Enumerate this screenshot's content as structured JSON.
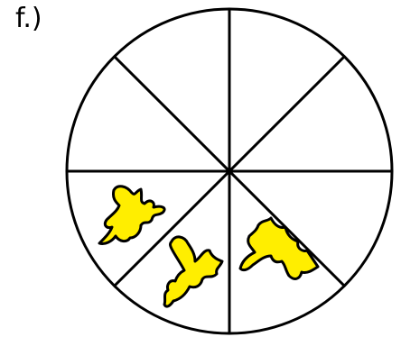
{
  "problem": {
    "label": "f.)"
  },
  "diagram": {
    "type": "fraction-circle",
    "total_parts": 8,
    "shaded_parts": 3,
    "shaded_sectors": [
      "lower-left",
      "bottom-left",
      "bottom-right"
    ],
    "shape_fill_color": "#ffee00",
    "outline_color": "#000000",
    "background_color": "#ffffff"
  }
}
